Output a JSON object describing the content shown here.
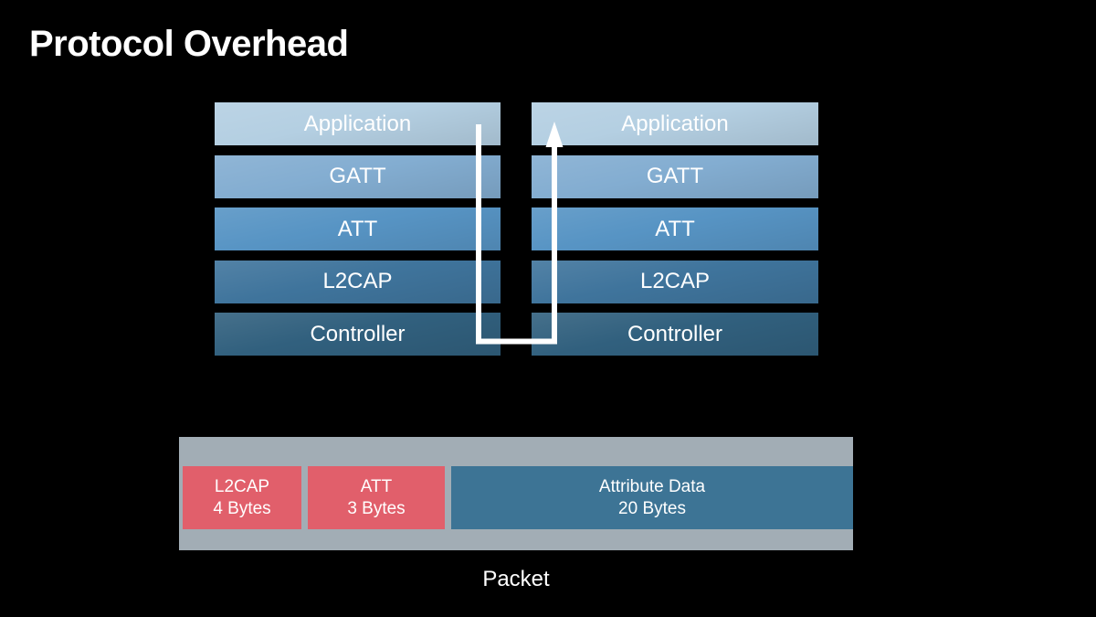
{
  "slide": {
    "title": "Protocol Overhead"
  },
  "colors": {
    "background": "#000000",
    "text": "#ffffff",
    "arrow": "#ffffff",
    "stack_layers": [
      "#b4cfe2",
      "#83add1",
      "#5794c4",
      "#3f749c",
      "#31607e"
    ],
    "packet_bar": "#a2adb5",
    "packet_header": "#e15f6b",
    "packet_data": "#3d7495"
  },
  "stacks": {
    "left": {
      "layers": [
        "Application",
        "GATT",
        "ATT",
        "L2CAP",
        "Controller"
      ]
    },
    "right": {
      "layers": [
        "Application",
        "GATT",
        "ATT",
        "L2CAP",
        "Controller"
      ]
    }
  },
  "packet": {
    "label": "Packet",
    "segments": [
      {
        "name": "L2CAP",
        "size": "4 Bytes"
      },
      {
        "name": "ATT",
        "size": "3 Bytes"
      },
      {
        "name": "Attribute Data",
        "size": "20 Bytes"
      }
    ]
  }
}
